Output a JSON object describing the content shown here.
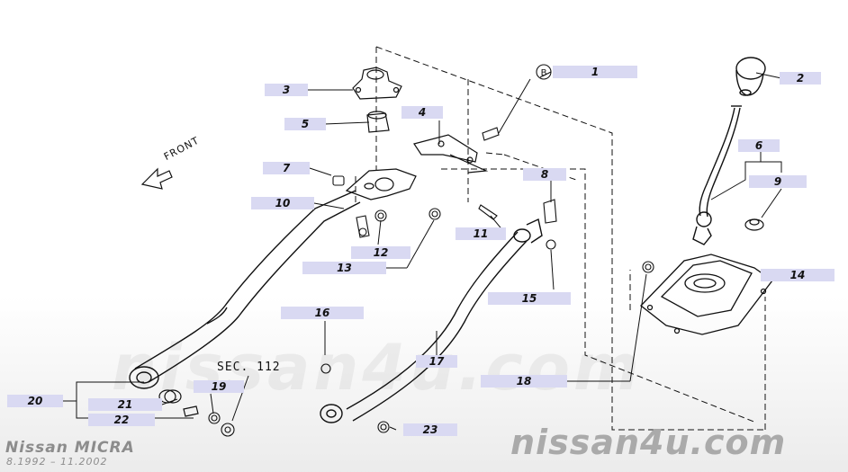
{
  "callouts": [
    {
      "id": "c1",
      "label": "1"
    },
    {
      "id": "c2",
      "label": "2"
    },
    {
      "id": "c3",
      "label": "3"
    },
    {
      "id": "c4",
      "label": "4"
    },
    {
      "id": "c5",
      "label": "5"
    },
    {
      "id": "c6",
      "label": "6"
    },
    {
      "id": "c7",
      "label": "7"
    },
    {
      "id": "c8",
      "label": "8"
    },
    {
      "id": "c9",
      "label": "9"
    },
    {
      "id": "c10",
      "label": "10"
    },
    {
      "id": "c11",
      "label": "11"
    },
    {
      "id": "c12",
      "label": "12"
    },
    {
      "id": "c13",
      "label": "13"
    },
    {
      "id": "c14",
      "label": "14"
    },
    {
      "id": "c15",
      "label": "15"
    },
    {
      "id": "c16",
      "label": "16"
    },
    {
      "id": "c17",
      "label": "17"
    },
    {
      "id": "c18",
      "label": "18"
    },
    {
      "id": "c19",
      "label": "19"
    },
    {
      "id": "c20",
      "label": "20"
    },
    {
      "id": "c21",
      "label": "21"
    },
    {
      "id": "c22",
      "label": "22"
    },
    {
      "id": "c23",
      "label": "23"
    }
  ],
  "torque_mark": "B",
  "section_ref": "SEC. 112",
  "front_label": "FRONT",
  "model": "Nissan MICRA",
  "years": "8.1992 – 11.2002",
  "watermark": "nissan4u.com",
  "brand": "nissan4u.com",
  "colors": {
    "label_bg": "#d9d9f2",
    "line": "#111111",
    "brand_gray": "#aaaaaa"
  }
}
